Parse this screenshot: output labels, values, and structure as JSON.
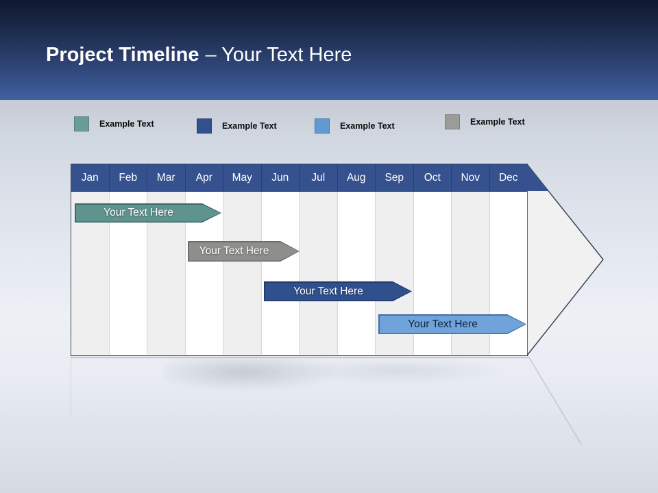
{
  "slide": {
    "title_bold": "Project Timeline",
    "title_light": "– Your Text Here"
  },
  "legend": {
    "items": [
      {
        "label": "Example Text",
        "color": "#6B9D98"
      },
      {
        "label": "Example Text",
        "color": "#32508E"
      },
      {
        "label": "Example Text",
        "color": "#5F9AD3"
      },
      {
        "label": "Example Text",
        "color": "#9B9B97"
      }
    ]
  },
  "timeline": {
    "months": [
      "Jan",
      "Feb",
      "Mar",
      "Apr",
      "May",
      "Jun",
      "Jul",
      "Aug",
      "Sep",
      "Oct",
      "Nov",
      "Dec"
    ],
    "tasks": [
      {
        "label": "Your Text Here",
        "fill": "#5E938E",
        "border": "#3D6B67",
        "text_color": "#FFFFFF",
        "span": "Jan–Apr"
      },
      {
        "label": "Your Text Here",
        "fill": "#8E8E8C",
        "border": "#6B6B69",
        "text_color": "#FFFFFF",
        "span": "Apr–Jun"
      },
      {
        "label": "Your Text Here",
        "fill": "#2F4F8D",
        "border": "#1F3A6B",
        "text_color": "#FFFFFF",
        "span": "Jun–Sep"
      },
      {
        "label": "Your Text Here",
        "fill": "#6FA3D9",
        "border": "#3E70A8",
        "text_color": "#13233F",
        "span": "Sep–Dec"
      }
    ],
    "header_fill": "#35528E",
    "stripe_colors": [
      "#EFEFEF",
      "#FFFFFF"
    ],
    "outline_color": "#3A4556"
  }
}
